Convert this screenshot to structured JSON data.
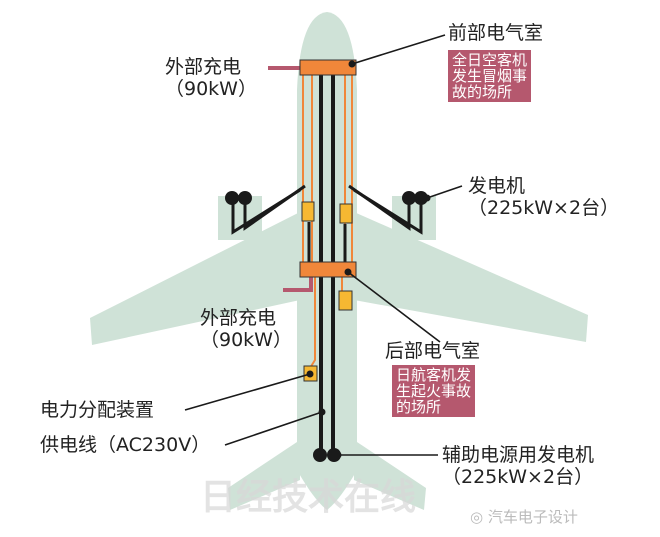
{
  "labels": {
    "front_charge": {
      "title": "外部充电",
      "value": "（90kW）"
    },
    "front_room": {
      "title": "前部电气室",
      "note": [
        "全日空客机",
        "发生冒烟事",
        "故的场所"
      ]
    },
    "generator": {
      "title": "发电机",
      "value": "（225kW×2台）"
    },
    "rear_charge": {
      "title": "外部充电",
      "value": "（90kW）"
    },
    "rear_room": {
      "title": "后部电气室",
      "note": [
        "日航客机发",
        "生起火事故",
        "的场所"
      ]
    },
    "distribution": "电力分配装置",
    "supply_line": "供电线（AC230V）",
    "apu": {
      "title": "辅助电源用发电机",
      "value": "（225kW×2台）"
    }
  },
  "watermarks": {
    "nikkei": "日经技术在线",
    "wechat": "汽车电子设计"
  },
  "colors": {
    "airframe": "#cfe2d7",
    "room": "#f0873a",
    "unit": "#f6b832",
    "highlight": "#b5586e",
    "wire": "#1a1a1a",
    "charge": "#b5586e"
  }
}
